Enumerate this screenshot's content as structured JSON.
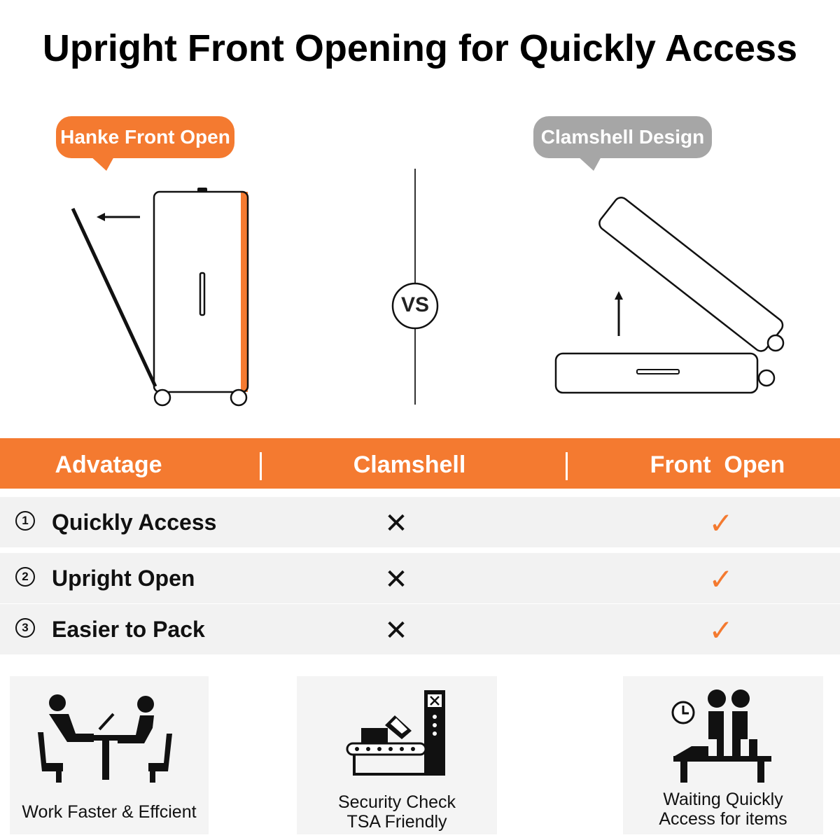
{
  "title": "Upright Front Opening for Quickly Access",
  "labels": {
    "front_open_bubble": "Hanke Front Open",
    "clamshell_bubble": "Clamshell Design",
    "vs": "VS"
  },
  "colors": {
    "accent": "#f47a30",
    "gray_bubble": "#a6a6a6",
    "row_bg": "#f2f2f2"
  },
  "table": {
    "headers": [
      "Advatage",
      "Clamshell",
      "Front  Open"
    ],
    "rows": [
      {
        "number": "1",
        "label": "Quickly Access",
        "clamshell": "✕",
        "front_open": "✓"
      },
      {
        "number": "2",
        "label": "Upright Open",
        "clamshell": "✕",
        "front_open": "✓"
      },
      {
        "number": "3",
        "label": "Easier to Pack",
        "clamshell": "✕",
        "front_open": "✓"
      }
    ]
  },
  "features": [
    {
      "icon": "meeting-people-icon",
      "lines": [
        "Work Faster & Effcient"
      ]
    },
    {
      "icon": "security-check-icon",
      "lines": [
        "Security Check",
        "TSA Friendly"
      ]
    },
    {
      "icon": "waiting-people-icon",
      "lines": [
        "Waiting Quickly",
        "Access for items"
      ]
    }
  ]
}
